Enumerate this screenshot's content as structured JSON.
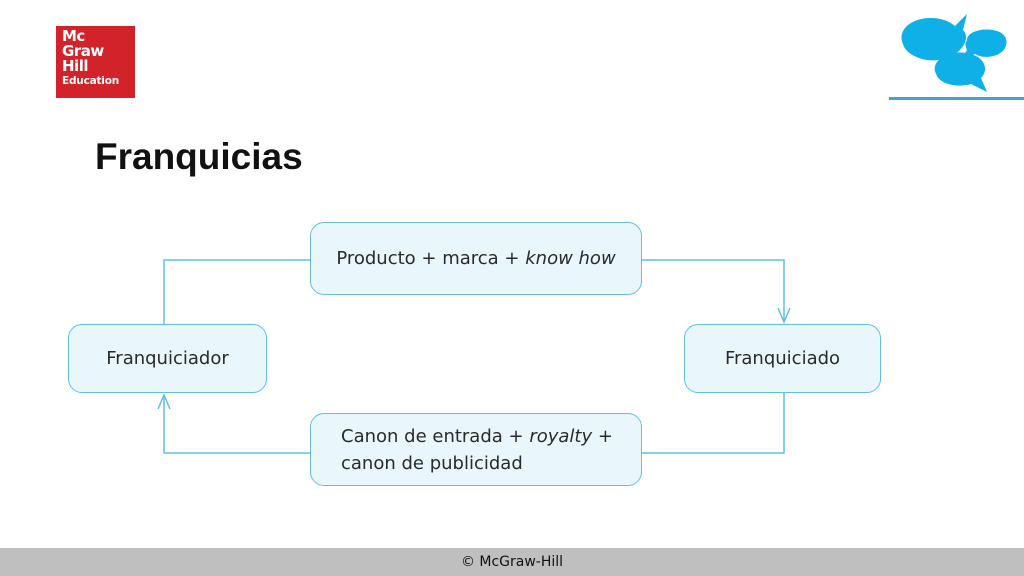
{
  "brand": {
    "logo_lines": [
      "Mc",
      "Graw",
      "Hill",
      "Education"
    ],
    "logo_color": "#d2232a",
    "accent_color": "#3ea3d7",
    "bubble_color": "#0fb0e8",
    "decoration_icon": "speech-bubbles-icon"
  },
  "title": "Franquicias",
  "diagram": {
    "top_box": {
      "text_plain": "Producto + marca + ",
      "text_italic": "know how"
    },
    "left_box": "Franquiciador",
    "right_box": "Franquiciado",
    "bottom_box": {
      "line1_plain": "Canon de entrada + ",
      "line1_italic": "royalty",
      "line1_end": " +",
      "line2": "canon de publicidad"
    },
    "box_fill": "#e9f6fc",
    "box_border": "#63bfe0"
  },
  "footer": "© McGraw-Hill"
}
